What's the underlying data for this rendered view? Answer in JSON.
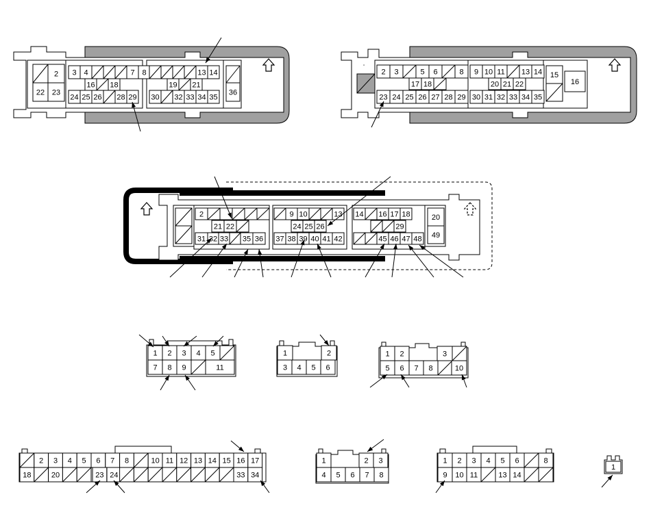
{
  "diagram": {
    "colors": {
      "stroke": "#000000",
      "fill": "#ffffff",
      "shade": "#a0a0a0",
      "band": "#000000"
    },
    "connectors": [
      {
        "id": "ecm-a",
        "icons": [
          "arrow-up-icon"
        ],
        "terminals": [
          {
            "label": ""
          },
          {
            "label": "2"
          },
          {
            "label": "22"
          },
          {
            "label": "23"
          },
          {
            "label": "3"
          },
          {
            "label": "4"
          },
          {
            "label": ""
          },
          {
            "label": ""
          },
          {
            "label": ""
          },
          {
            "label": "7"
          },
          {
            "label": "8"
          },
          {
            "label": "16"
          },
          {
            "label": ""
          },
          {
            "label": "18"
          },
          {
            "label": "24"
          },
          {
            "label": "25"
          },
          {
            "label": "26"
          },
          {
            "label": ""
          },
          {
            "label": "28"
          },
          {
            "label": "29"
          },
          {
            "label": ""
          },
          {
            "label": ""
          },
          {
            "label": ""
          },
          {
            "label": ""
          },
          {
            "label": "13"
          },
          {
            "label": "14"
          },
          {
            "label": "19"
          },
          {
            "label": ""
          },
          {
            "label": "21"
          },
          {
            "label": "30"
          },
          {
            "label": ""
          },
          {
            "label": "32"
          },
          {
            "label": "33"
          },
          {
            "label": "34"
          },
          {
            "label": "35"
          },
          {
            "label": ""
          },
          {
            "label": "36"
          }
        ]
      },
      {
        "id": "ecm-b",
        "icons": [
          "arrow-up-icon"
        ],
        "terminals": [
          {
            "label": ""
          },
          {
            "label": "2"
          },
          {
            "label": "3"
          },
          {
            "label": ""
          },
          {
            "label": "5"
          },
          {
            "label": "6"
          },
          {
            "label": ""
          },
          {
            "label": "8"
          },
          {
            "label": "17"
          },
          {
            "label": "18"
          },
          {
            "label": ""
          },
          {
            "label": "23"
          },
          {
            "label": "24"
          },
          {
            "label": "25"
          },
          {
            "label": "26"
          },
          {
            "label": "27"
          },
          {
            "label": "28"
          },
          {
            "label": "29"
          },
          {
            "label": "9"
          },
          {
            "label": "10"
          },
          {
            "label": "11"
          },
          {
            "label": ""
          },
          {
            "label": "13"
          },
          {
            "label": "14"
          },
          {
            "label": "20"
          },
          {
            "label": "21"
          },
          {
            "label": "22"
          },
          {
            "label": "30"
          },
          {
            "label": "31"
          },
          {
            "label": "32"
          },
          {
            "label": "33"
          },
          {
            "label": "34"
          },
          {
            "label": "35"
          },
          {
            "label": "15"
          },
          {
            "label": ""
          },
          {
            "label": "16"
          }
        ]
      },
      {
        "id": "ecm-c",
        "icons": [
          "arrow-up-icon",
          "arrow-up-dashed-icon"
        ],
        "terminals": [
          {
            "label": ""
          },
          {
            "label": ""
          },
          {
            "label": "2"
          },
          {
            "label": ""
          },
          {
            "label": ""
          },
          {
            "label": ""
          },
          {
            "label": ""
          },
          {
            "label": ""
          },
          {
            "label": "21"
          },
          {
            "label": "22"
          },
          {
            "label": ""
          },
          {
            "label": "31"
          },
          {
            "label": "32"
          },
          {
            "label": "33"
          },
          {
            "label": ""
          },
          {
            "label": "35"
          },
          {
            "label": "36"
          },
          {
            "label": ""
          },
          {
            "label": "9"
          },
          {
            "label": "10"
          },
          {
            "label": ""
          },
          {
            "label": ""
          },
          {
            "label": "13"
          },
          {
            "label": "24"
          },
          {
            "label": "25"
          },
          {
            "label": "26"
          },
          {
            "label": "37"
          },
          {
            "label": "38"
          },
          {
            "label": "39"
          },
          {
            "label": "40"
          },
          {
            "label": "41"
          },
          {
            "label": "42"
          },
          {
            "label": "14"
          },
          {
            "label": ""
          },
          {
            "label": "16"
          },
          {
            "label": "17"
          },
          {
            "label": "18"
          },
          {
            "label": ""
          },
          {
            "label": ""
          },
          {
            "label": "29"
          },
          {
            "label": ""
          },
          {
            "label": ""
          },
          {
            "label": "45"
          },
          {
            "label": "46"
          },
          {
            "label": "47"
          },
          {
            "label": "48"
          },
          {
            "label": "20"
          },
          {
            "label": "49"
          }
        ]
      },
      {
        "id": "conn-12",
        "terminals": [
          {
            "label": "1"
          },
          {
            "label": "2"
          },
          {
            "label": "3"
          },
          {
            "label": "4"
          },
          {
            "label": "5"
          },
          {
            "label": ""
          },
          {
            "label": "7"
          },
          {
            "label": "8"
          },
          {
            "label": "9"
          },
          {
            "label": ""
          },
          {
            "label": "11"
          },
          {
            "label": ""
          }
        ]
      },
      {
        "id": "conn-6",
        "terminals": [
          {
            "label": "1"
          },
          {
            "label": "2"
          },
          {
            "label": "3"
          },
          {
            "label": "4"
          },
          {
            "label": "5"
          },
          {
            "label": "6"
          }
        ]
      },
      {
        "id": "conn-10",
        "terminals": [
          {
            "label": "1"
          },
          {
            "label": "2"
          },
          {
            "label": "3"
          },
          {
            "label": ""
          },
          {
            "label": "5"
          },
          {
            "label": "6"
          },
          {
            "label": "7"
          },
          {
            "label": "8"
          },
          {
            "label": ""
          },
          {
            "label": "10"
          }
        ]
      },
      {
        "id": "conn-34",
        "terminals": [
          {
            "label": ""
          },
          {
            "label": "2"
          },
          {
            "label": "3"
          },
          {
            "label": "4"
          },
          {
            "label": "5"
          },
          {
            "label": "6"
          },
          {
            "label": "7"
          },
          {
            "label": "8"
          },
          {
            "label": ""
          },
          {
            "label": "10"
          },
          {
            "label": "11"
          },
          {
            "label": "12"
          },
          {
            "label": "13"
          },
          {
            "label": "14"
          },
          {
            "label": "15"
          },
          {
            "label": "16"
          },
          {
            "label": "17"
          },
          {
            "label": "18"
          },
          {
            "label": ""
          },
          {
            "label": "20"
          },
          {
            "label": ""
          },
          {
            "label": ""
          },
          {
            "label": "23"
          },
          {
            "label": "24"
          },
          {
            "label": ""
          },
          {
            "label": ""
          },
          {
            "label": ""
          },
          {
            "label": ""
          },
          {
            "label": ""
          },
          {
            "label": ""
          },
          {
            "label": ""
          },
          {
            "label": ""
          },
          {
            "label": "33"
          },
          {
            "label": "34"
          }
        ]
      },
      {
        "id": "conn-8",
        "terminals": [
          {
            "label": "1"
          },
          {
            "label": "2"
          },
          {
            "label": "3"
          },
          {
            "label": "4"
          },
          {
            "label": "5"
          },
          {
            "label": "6"
          },
          {
            "label": "7"
          },
          {
            "label": "8"
          }
        ]
      },
      {
        "id": "conn-14",
        "terminals": [
          {
            "label": "1"
          },
          {
            "label": "2"
          },
          {
            "label": "3"
          },
          {
            "label": "4"
          },
          {
            "label": "5"
          },
          {
            "label": "6"
          },
          {
            "label": ""
          },
          {
            "label": "8"
          },
          {
            "label": "9"
          },
          {
            "label": "10"
          },
          {
            "label": "11"
          },
          {
            "label": ""
          },
          {
            "label": "13"
          },
          {
            "label": "14"
          },
          {
            "label": ""
          },
          {
            "label": ""
          }
        ]
      },
      {
        "id": "conn-1",
        "terminals": [
          {
            "label": "1"
          }
        ]
      }
    ]
  }
}
